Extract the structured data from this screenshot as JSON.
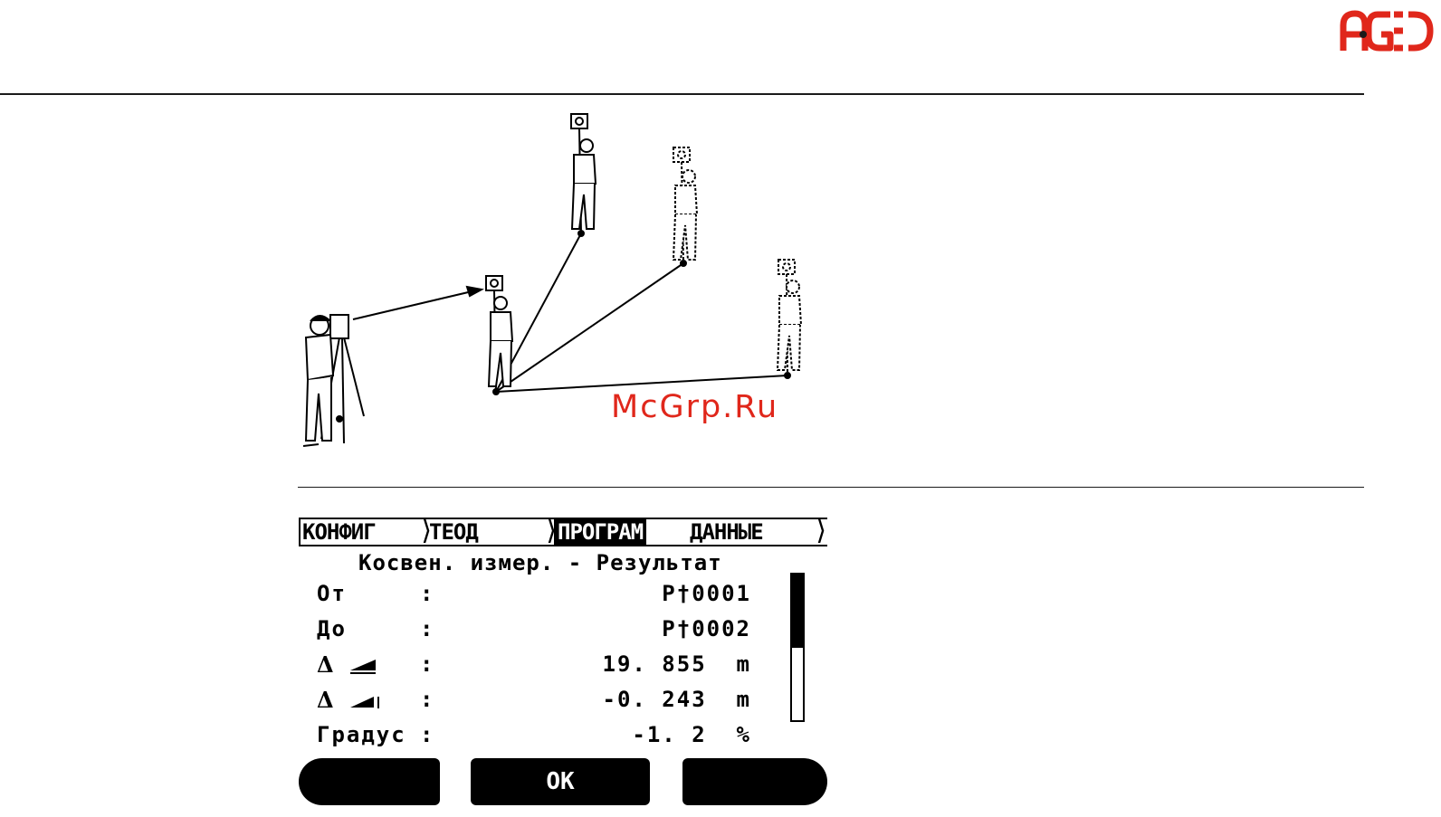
{
  "logo": {
    "text": "AGED",
    "color": "#e0271b"
  },
  "watermark": {
    "text": "McGrp.Ru",
    "color": "#e0271b"
  },
  "screen": {
    "tabs": [
      {
        "label": "КОНФИГ",
        "active": false
      },
      {
        "label": "ТЕОД",
        "active": false
      },
      {
        "label": "ПРОГРАМ",
        "active": true
      },
      {
        "label": "ДАННЫЕ",
        "active": false
      }
    ],
    "title": "Косвен. измер. - Результат",
    "rows": [
      {
        "label": "От",
        "value": "P†0001"
      },
      {
        "label": "До",
        "value": "P†0002"
      },
      {
        "label": "Δ slope-distance-icon",
        "value": "19. 855  m"
      },
      {
        "label": "Δ height-difference-icon",
        "value": "-0. 243  m"
      },
      {
        "label": "Градус",
        "value": "-1. 2  %"
      }
    ],
    "colon": ":",
    "scroll_fraction": 0.5,
    "softkeys": {
      "left": "",
      "middle": "OK",
      "right": ""
    }
  }
}
